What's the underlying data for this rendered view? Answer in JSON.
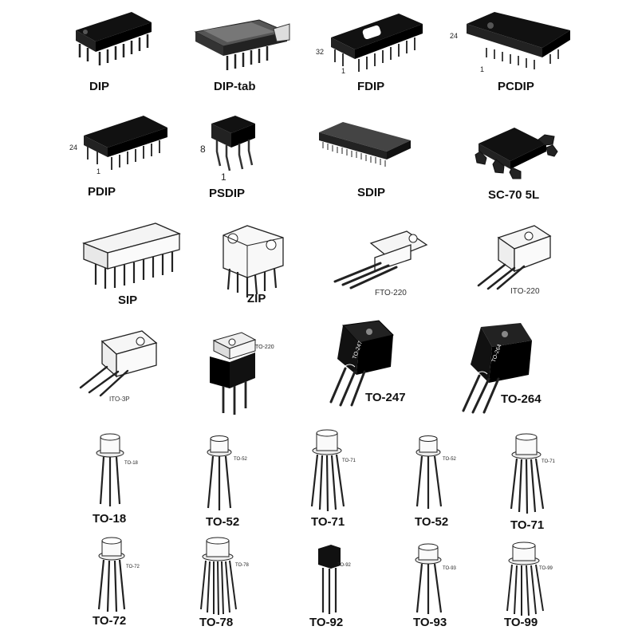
{
  "packages": {
    "dip": {
      "label": "DIP"
    },
    "diptab": {
      "label": "DIP-tab"
    },
    "fdip": {
      "label": "FDIP",
      "pin_top": "32",
      "pin_bottom": "1"
    },
    "pcdip": {
      "label": "PCDIP",
      "pin_top": "24",
      "pin_bottom": "1"
    },
    "pdip": {
      "label": "PDIP",
      "pin_top": "24",
      "pin_bottom": "1"
    },
    "psdip": {
      "label": "PSDIP",
      "pin_top": "8",
      "pin_bottom": "1"
    },
    "sdip": {
      "label": "SDIP"
    },
    "sc70": {
      "label": "SC-70 5L"
    },
    "sip": {
      "label": "SIP"
    },
    "zip": {
      "label": "ZIP"
    },
    "fto220": {
      "label": "FTO-220"
    },
    "ito220": {
      "label": "ITO-220"
    },
    "ito3p": {
      "label": "ITO-3P"
    },
    "to220": {
      "label": "TO-220"
    },
    "to247": {
      "label": "TO-247",
      "body_text": "TO-247"
    },
    "to264": {
      "label": "TO-264",
      "body_text": "TO-264"
    },
    "to18": {
      "label": "TO-18",
      "tag": "TO-18"
    },
    "to52a": {
      "label": "TO-52",
      "tag": "TO-52"
    },
    "to71a": {
      "label": "TO-71",
      "tag": "TO-71"
    },
    "to52b": {
      "label": "TO-52",
      "tag": "TO-52"
    },
    "to71b": {
      "label": "TO-71",
      "tag": "TO-71"
    },
    "to72": {
      "label": "TO-72",
      "tag": "TO-72"
    },
    "to78": {
      "label": "TO-78",
      "tag": "TO-78"
    },
    "to92": {
      "label": "TO-92",
      "tag": "TO-92"
    },
    "to93": {
      "label": "TO-93",
      "tag": "TO-93"
    },
    "to99": {
      "label": "TO-99",
      "tag": "TO-99"
    }
  },
  "colors": {
    "body_dark": "#111111",
    "outline": "#222222",
    "light_fill": "#f2f2f2",
    "metal": "#e8e8e8"
  }
}
